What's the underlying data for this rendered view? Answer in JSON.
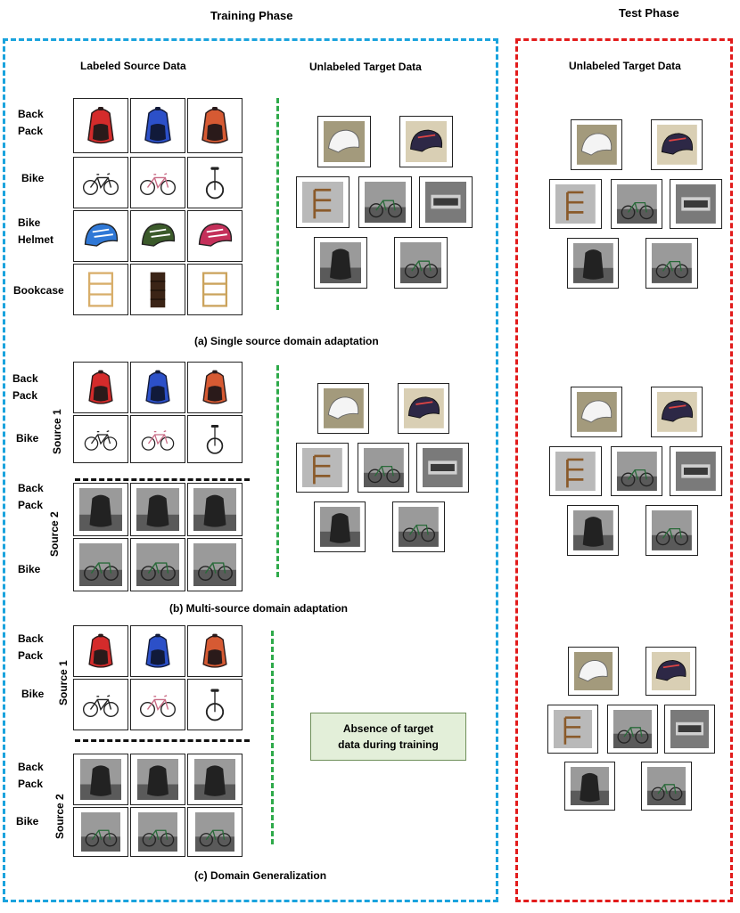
{
  "headings": {
    "training_phase": "Training Phase",
    "test_phase": "Test Phase",
    "labeled_source": "Labeled Source Data",
    "unlabeled_target_train": "Unlabeled Target Data",
    "unlabeled_target_test": "Unlabeled Target Data"
  },
  "panel_a": {
    "caption": "(a) Single source domain adaptation",
    "labels": [
      "Back\nPack",
      "Bike",
      "Bike\nHelmet",
      "Bookcase"
    ]
  },
  "panel_b": {
    "caption": "(b) Multi-source domain adaptation",
    "source1": "Source 1",
    "source2": "Source 2",
    "labels": [
      "Back\nPack",
      "Bike",
      "Back\nPack",
      "Bike"
    ]
  },
  "panel_c": {
    "caption": "(c) Domain Generalization",
    "source1": "Source 1",
    "source2": "Source 2",
    "labels": [
      "Back\nPack",
      "Bike",
      "Back\nPack",
      "Bike"
    ],
    "note": "Absence of target data during training"
  },
  "colors": {
    "training_border": "#1aa3dd",
    "test_border": "#e21b1b",
    "separator_green": "#2eaa4a",
    "note_fill": "#e3efd9"
  },
  "icons": [
    "backpack-red-icon",
    "backpack-blue-icon",
    "backpack-orange-icon",
    "bike-icon",
    "unicycle-icon",
    "helmet-icon",
    "bookcase-icon",
    "photo-icon"
  ]
}
